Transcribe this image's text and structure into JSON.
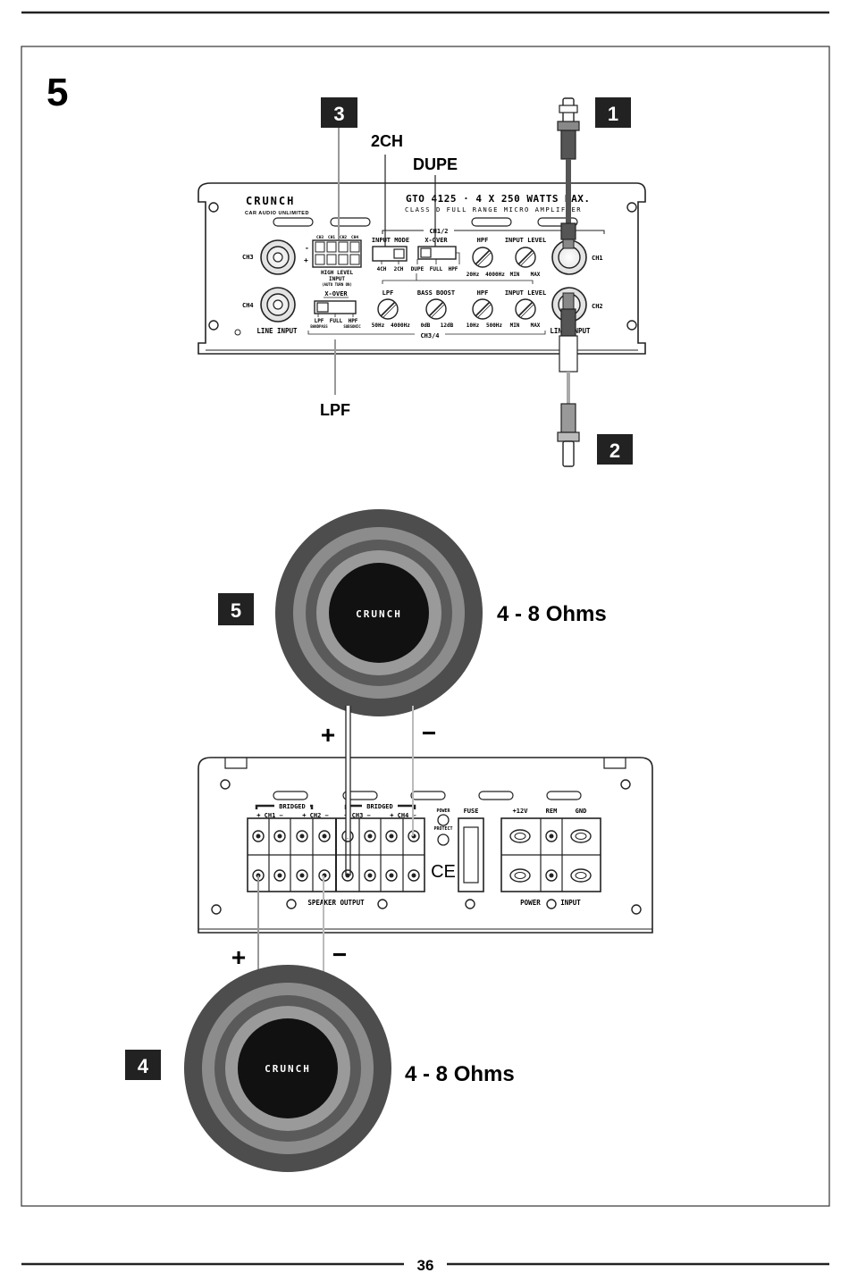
{
  "page": {
    "step_number": "5",
    "page_number": "36"
  },
  "callouts": {
    "c1": "1",
    "c2": "2",
    "c3": "3",
    "c4": "4",
    "c5": "5"
  },
  "labels": {
    "two_ch": "2CH",
    "dupe": "DUPE",
    "lpf": "LPF"
  },
  "amp_top": {
    "brand": "CRUNCH",
    "brand_sub": "CAR AUDIO UNLIMITED",
    "model": "GTO 4125 · 4 X 250 WATTS MAX.",
    "model_sub": "CLASS D FULL RANGE MICRO AMPLIFIER",
    "ch12_label": "CH1/2",
    "ch34_label": "CH3/4",
    "ch3": "CH3",
    "ch4": "CH4",
    "ch1": "CH1",
    "ch2": "CH2",
    "line_input_left": "LINE INPUT",
    "line_input_right": "LINE INPUT",
    "hl_headers": [
      "CH3",
      "CH1",
      "CH2",
      "CH4"
    ],
    "hl_minus": "-",
    "hl_plus": "+",
    "high_level": "HIGH LEVEL",
    "input": "INPUT",
    "auto_turn_on": "(AUTO TURN ON)",
    "input_mode": "INPUT MODE",
    "input_mode_opts": [
      "4CH",
      "2CH"
    ],
    "xover12": "X-OVER",
    "xover12_opts": [
      "DUPE",
      "FULL",
      "HPF"
    ],
    "hpf12": "HPF",
    "hpf12_range": [
      "20Hz",
      "4000Hz"
    ],
    "input_level12": "INPUT LEVEL",
    "input_level12_range": [
      "MIN",
      "MAX"
    ],
    "xover34": "X-OVER",
    "xover34_opts": [
      "LPF",
      "FULL",
      "HPF"
    ],
    "xover34_sub": [
      "BANDPASS",
      "SUBSONIC"
    ],
    "lpf34": "LPF",
    "lpf34_range": [
      "50Hz",
      "4000Hz"
    ],
    "bass_boost": "BASS BOOST",
    "bass_boost_range": [
      "0dB",
      "12dB"
    ],
    "hpf34": "HPF",
    "hpf34_range": [
      "10Hz",
      "500Hz"
    ],
    "input_level34": "INPUT LEVEL",
    "input_level34_range": [
      "MIN",
      "MAX"
    ]
  },
  "amp_bottom": {
    "bridged_1": "BRIDGED",
    "bridged_2": "BRIDGED",
    "ch_labels": [
      "+ CH1 −",
      "+ CH2 −",
      "+ CH3 −",
      "+ CH4 −"
    ],
    "power_led": "POWER",
    "protect_led": "PROTECT",
    "ce": "CE",
    "fuse": "FUSE",
    "plus12v": "+12V",
    "rem": "REM",
    "gnd": "GND",
    "speaker_output": "SPEAKER OUTPUT",
    "power_input": "POWER INPUT"
  },
  "speakers": {
    "upper_brand": "CRUNCH",
    "upper_impedance": "4 - 8 Ohms",
    "upper_plus": "+",
    "upper_minus": "−",
    "lower_brand": "CRUNCH",
    "lower_impedance": "4 - 8 Ohms",
    "lower_plus": "+",
    "lower_minus": "−"
  }
}
